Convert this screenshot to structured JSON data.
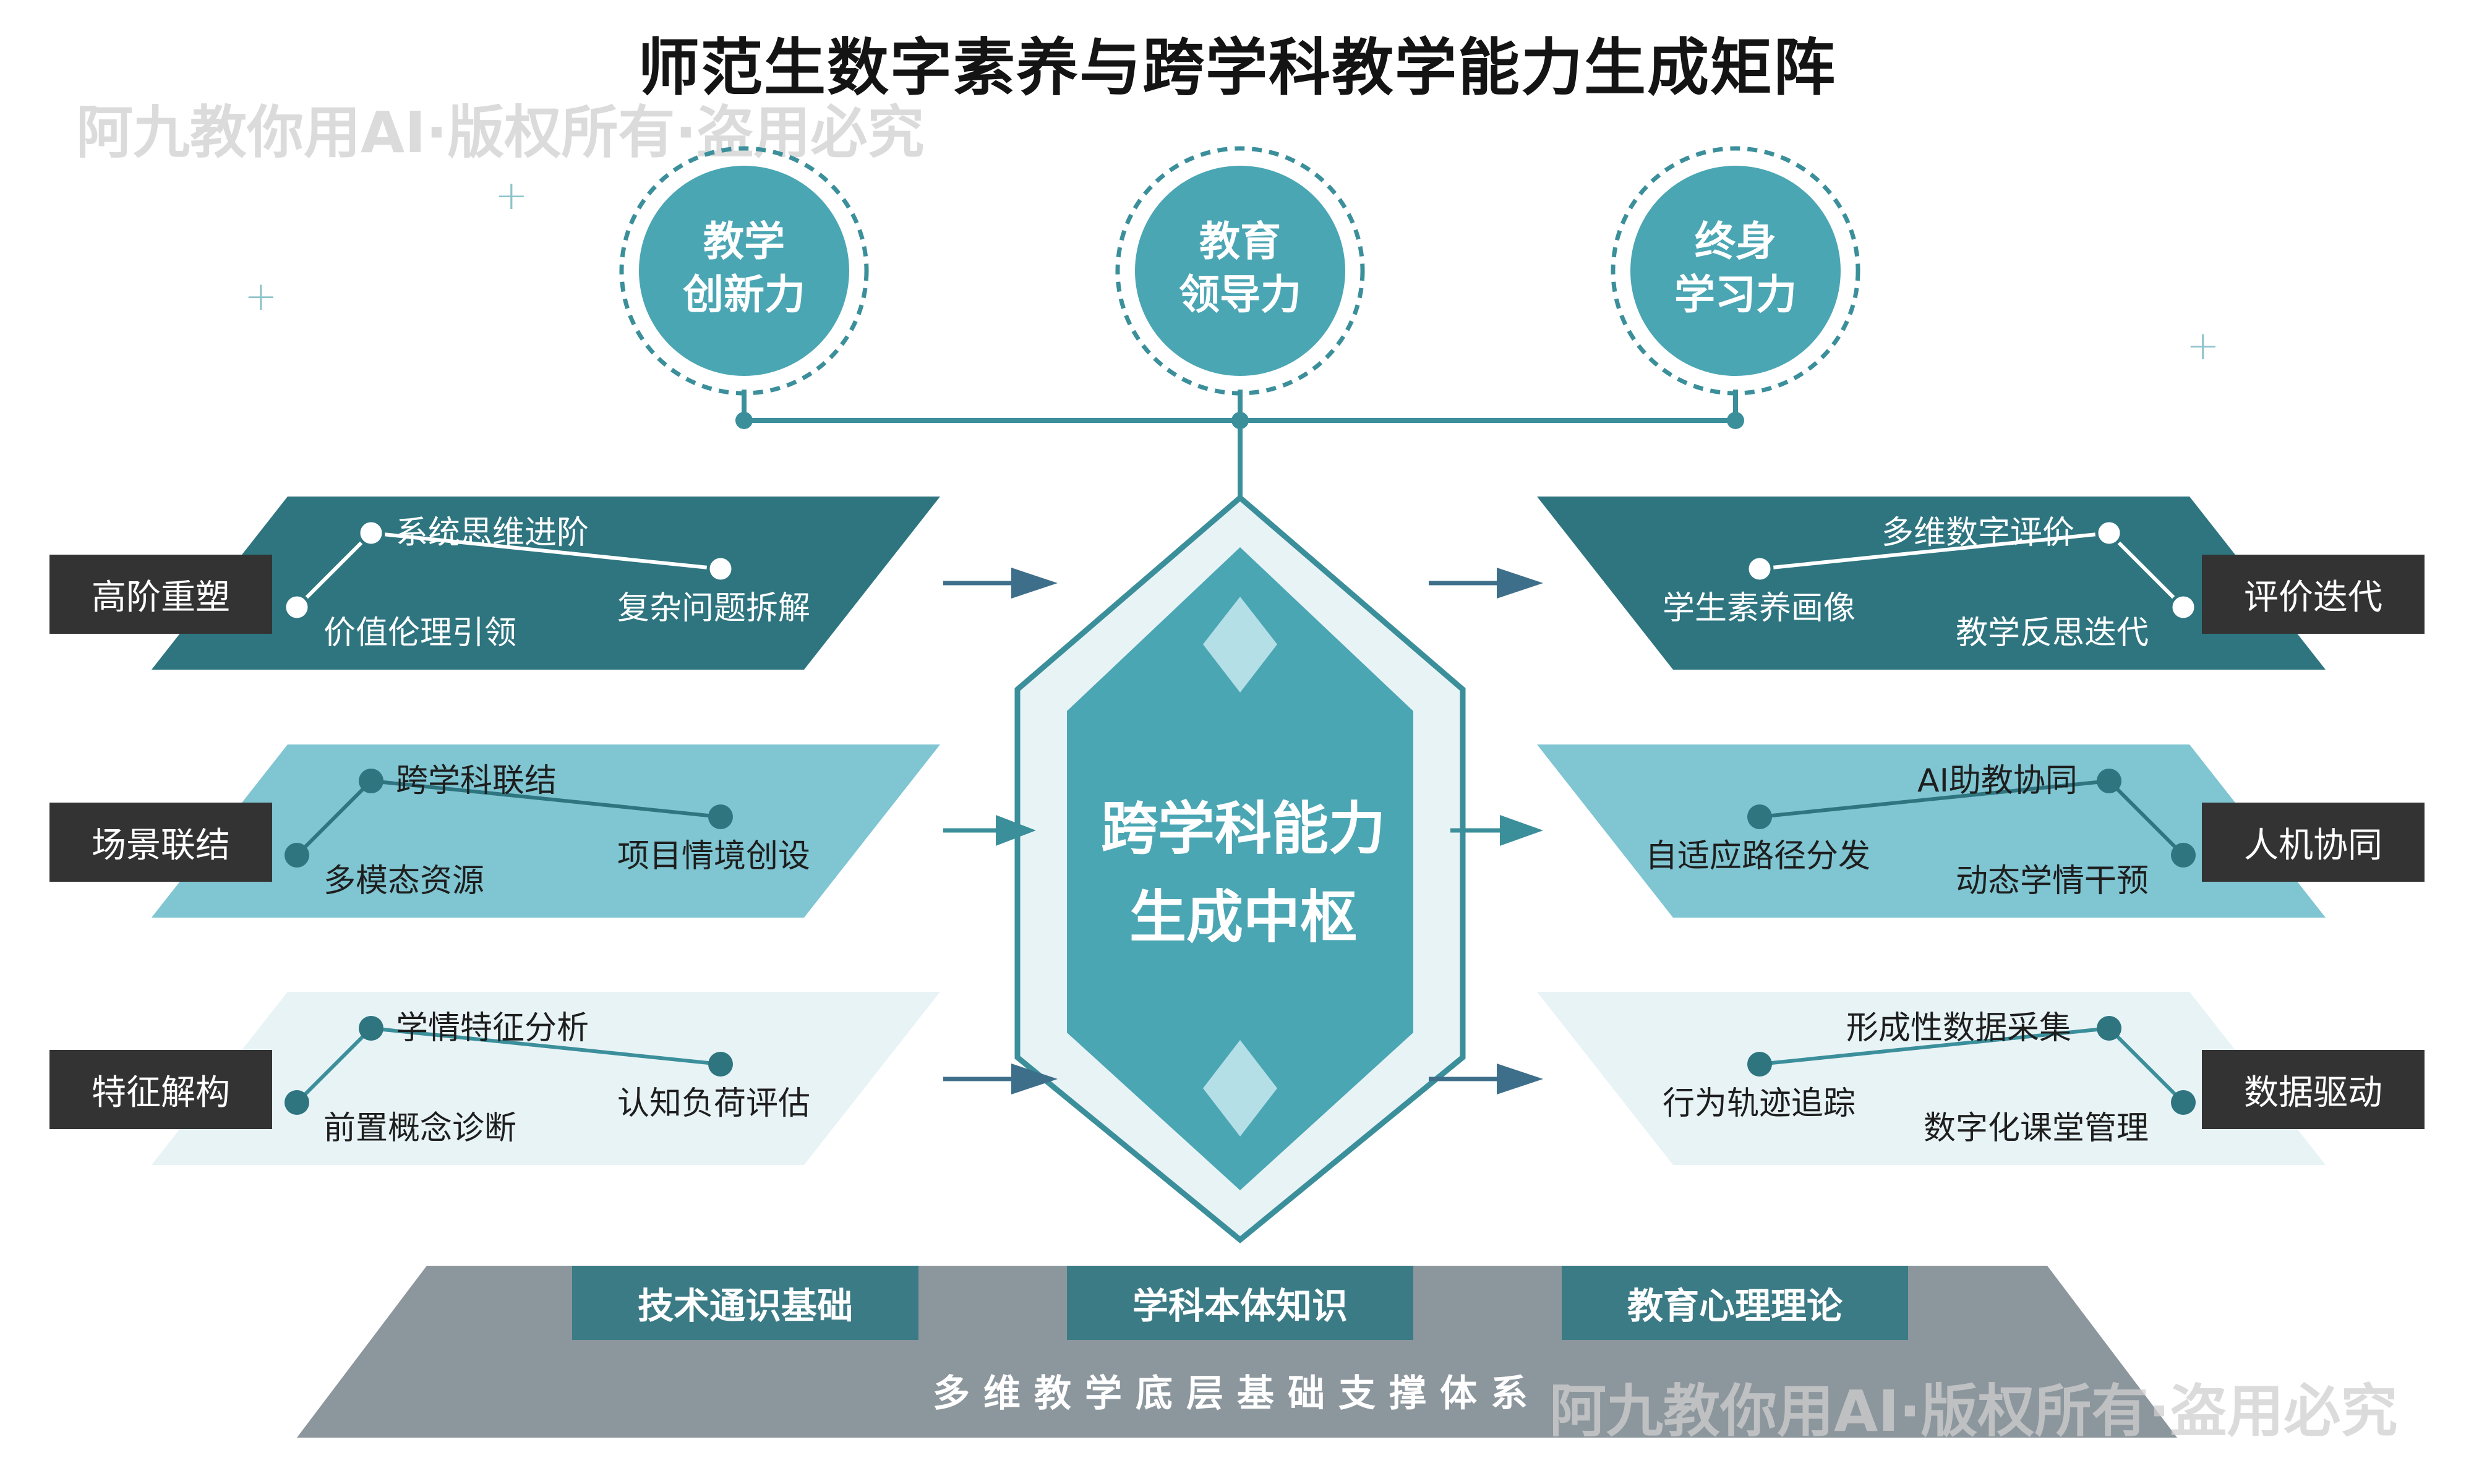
{
  "title": "师范生数字素养与跨学科教学能力生成矩阵",
  "watermark": "阿九教你用AI·版权所有·盗用必究",
  "top_circles": [
    {
      "line1": "教学",
      "line2": "创新力"
    },
    {
      "line1": "教育",
      "line2": "领导力"
    },
    {
      "line1": "终身",
      "line2": "学习力"
    }
  ],
  "center": {
    "line1": "跨学科能力",
    "line2": "生成中枢"
  },
  "left_rows": [
    {
      "tag": "高阶重塑",
      "top_node": "系统思维进阶",
      "left_node": "价值伦理引领",
      "right_node": "复杂问题拆解"
    },
    {
      "tag": "场景联结",
      "top_node": "跨学科联结",
      "left_node": "多模态资源",
      "right_node": "项目情境创设"
    },
    {
      "tag": "特征解构",
      "top_node": "学情特征分析",
      "left_node": "前置概念诊断",
      "right_node": "认知负荷评估"
    }
  ],
  "right_rows": [
    {
      "tag": "评价迭代",
      "top_node": "多维数字评价",
      "left_node": "学生素养画像",
      "right_node": "教学反思迭代"
    },
    {
      "tag": "人机协同",
      "top_node": "AI助教协同",
      "left_node": "自适应路径分发",
      "right_node": "动态学情干预"
    },
    {
      "tag": "数据驱动",
      "top_node": "形成性数据采集",
      "left_node": "行为轨迹追踪",
      "right_node": "数字化课堂管理"
    }
  ],
  "foundation": {
    "boxes": [
      "技术通识基础",
      "学科本体知识",
      "教育心理理论"
    ],
    "caption": "多维教学底层基础支撑体系"
  },
  "colors": {
    "teal_dark": "#2e7580",
    "teal_mid": "#7fc5d2",
    "teal_light": "#e8f3f6",
    "teal_center": "#4ba6b4",
    "gray_base": "#8c969d",
    "tag_dark": "#333333"
  }
}
